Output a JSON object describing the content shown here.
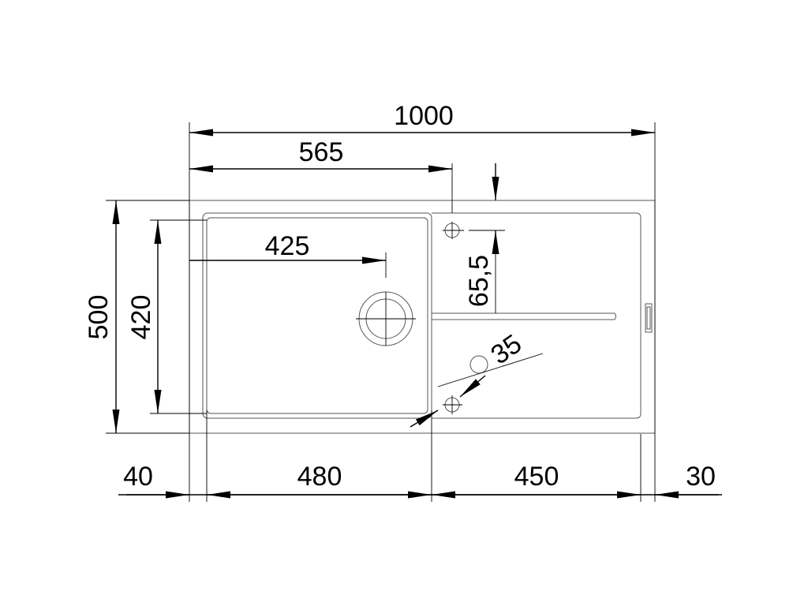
{
  "dimensions": {
    "overall_width": "1000",
    "to_tap_hole": "565",
    "to_drain": "425",
    "overall_depth": "500",
    "bowl_depth": "420",
    "tap_hole_offset": "65,5",
    "hole_diameter": "35",
    "left_margin": "40",
    "bowl_width": "480",
    "drainer_width": "450",
    "right_margin": "30"
  }
}
